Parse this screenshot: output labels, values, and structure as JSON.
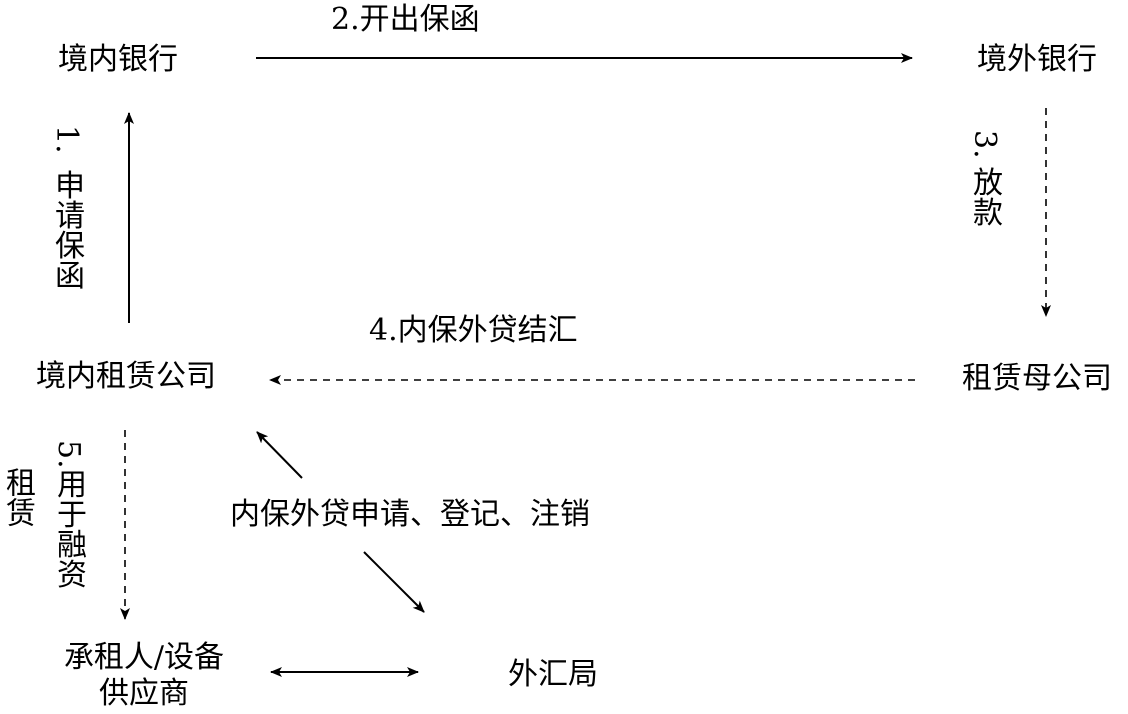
{
  "nodes": {
    "domestic_bank": "境内银行",
    "foreign_bank": "境外银行",
    "domestic_leasing": "境内租赁公司",
    "parent_company": "租赁母公司",
    "lessee_line1": "承租人/设备",
    "lessee_line2": "供应商",
    "forex_bureau": "外汇局"
  },
  "labels": {
    "issue_guarantee": "2.开出保函",
    "apply_guarantee_num": "1.",
    "apply_guarantee_text": "申请保函",
    "loan_num": "3.",
    "loan_text": "放款",
    "settlement": "4.内保外贷结汇",
    "lease_text": "租赁",
    "financing_num": "5.",
    "financing_text": "用于融资",
    "registration": "内保外贷申请、登记、注销"
  },
  "colors": {
    "ink": "#000000",
    "background": "#ffffff"
  }
}
